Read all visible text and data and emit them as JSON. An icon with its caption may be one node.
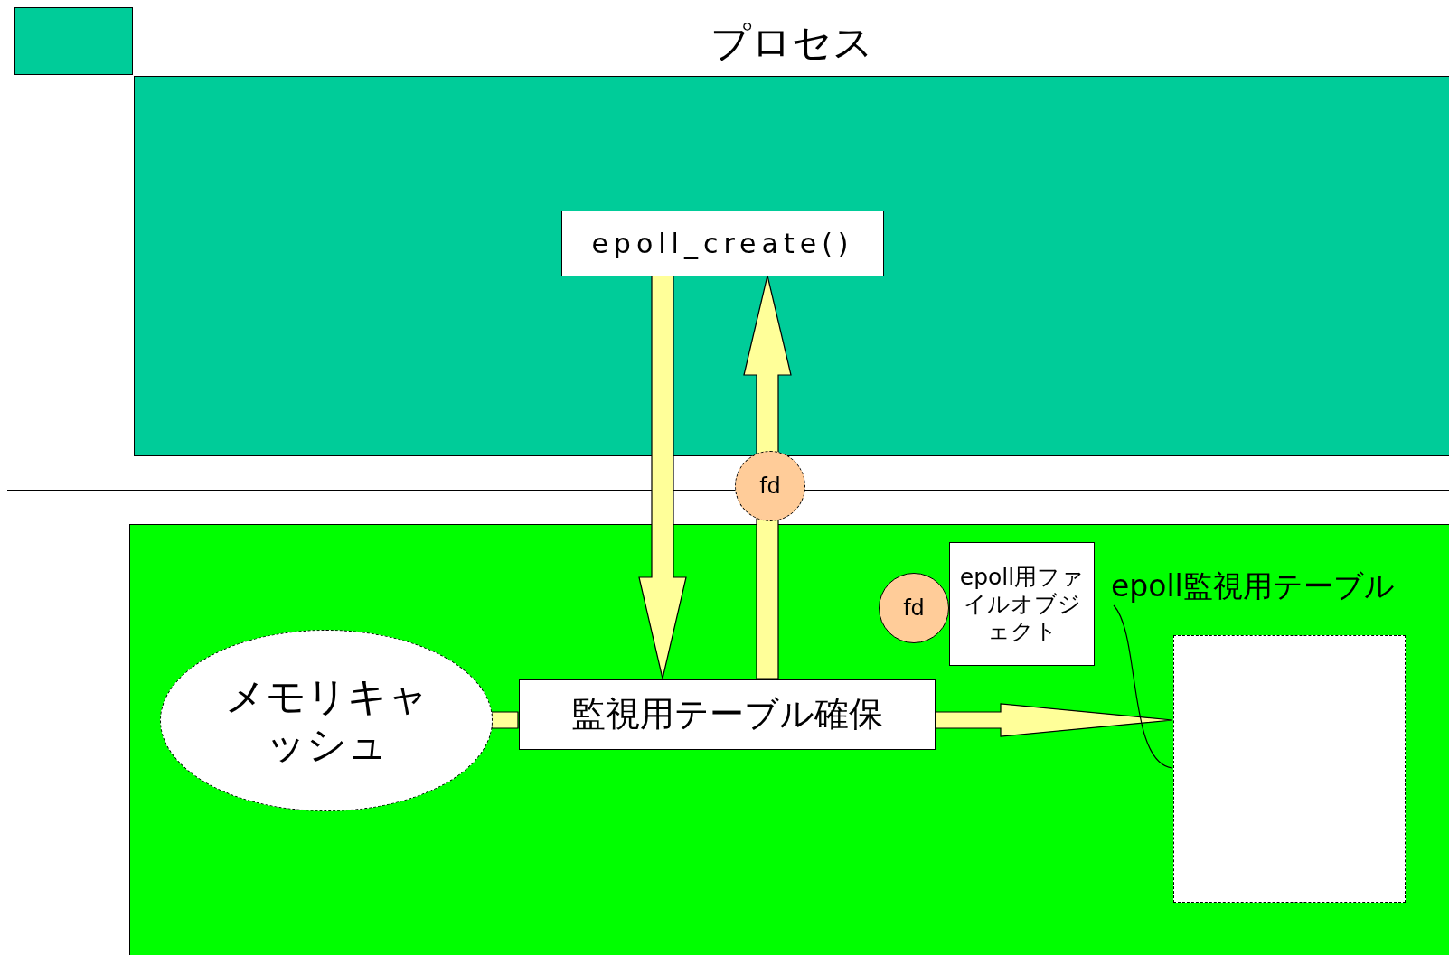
{
  "diagram": {
    "nodes": [
      {
        "text": [
          "プロセス"
        ]
      },
      {
        "text": [
          "epoll_create()"
        ],
        "in": 0
      },
      {
        "text": [],
        "shape": "box"
      },
      {
        "text": [
          "fd"
        ]
      },
      {
        "text": [
          "epoll用ファイルオブジェクト"
        ],
        "in": 2
      },
      {
        "text": [
          "fd"
        ],
        "in": 2
      },
      {
        "text": [
          "epoll監視用テーブル"
        ],
        "in": 2
      },
      {
        "text": [],
        "shape": "box",
        "in": 2
      },
      {
        "text": [
          "メモリキャッシュ"
        ],
        "in": 2
      },
      {
        "text": [
          "監視用テーブル確保"
        ],
        "in": 2
      },
      {
        "text": [],
        "shape": "box"
      }
    ],
    "edges": [
      {
        "from": 1,
        "to": 9,
        "arrow": "to"
      },
      {
        "from": 9,
        "to": 1,
        "arrow": "to"
      },
      {
        "from": 8,
        "to": 9,
        "arrow": "none"
      },
      {
        "from": 9,
        "to": 7,
        "arrow": "to"
      },
      {
        "from": 6,
        "to": 7,
        "arrow": "none"
      }
    ]
  }
}
